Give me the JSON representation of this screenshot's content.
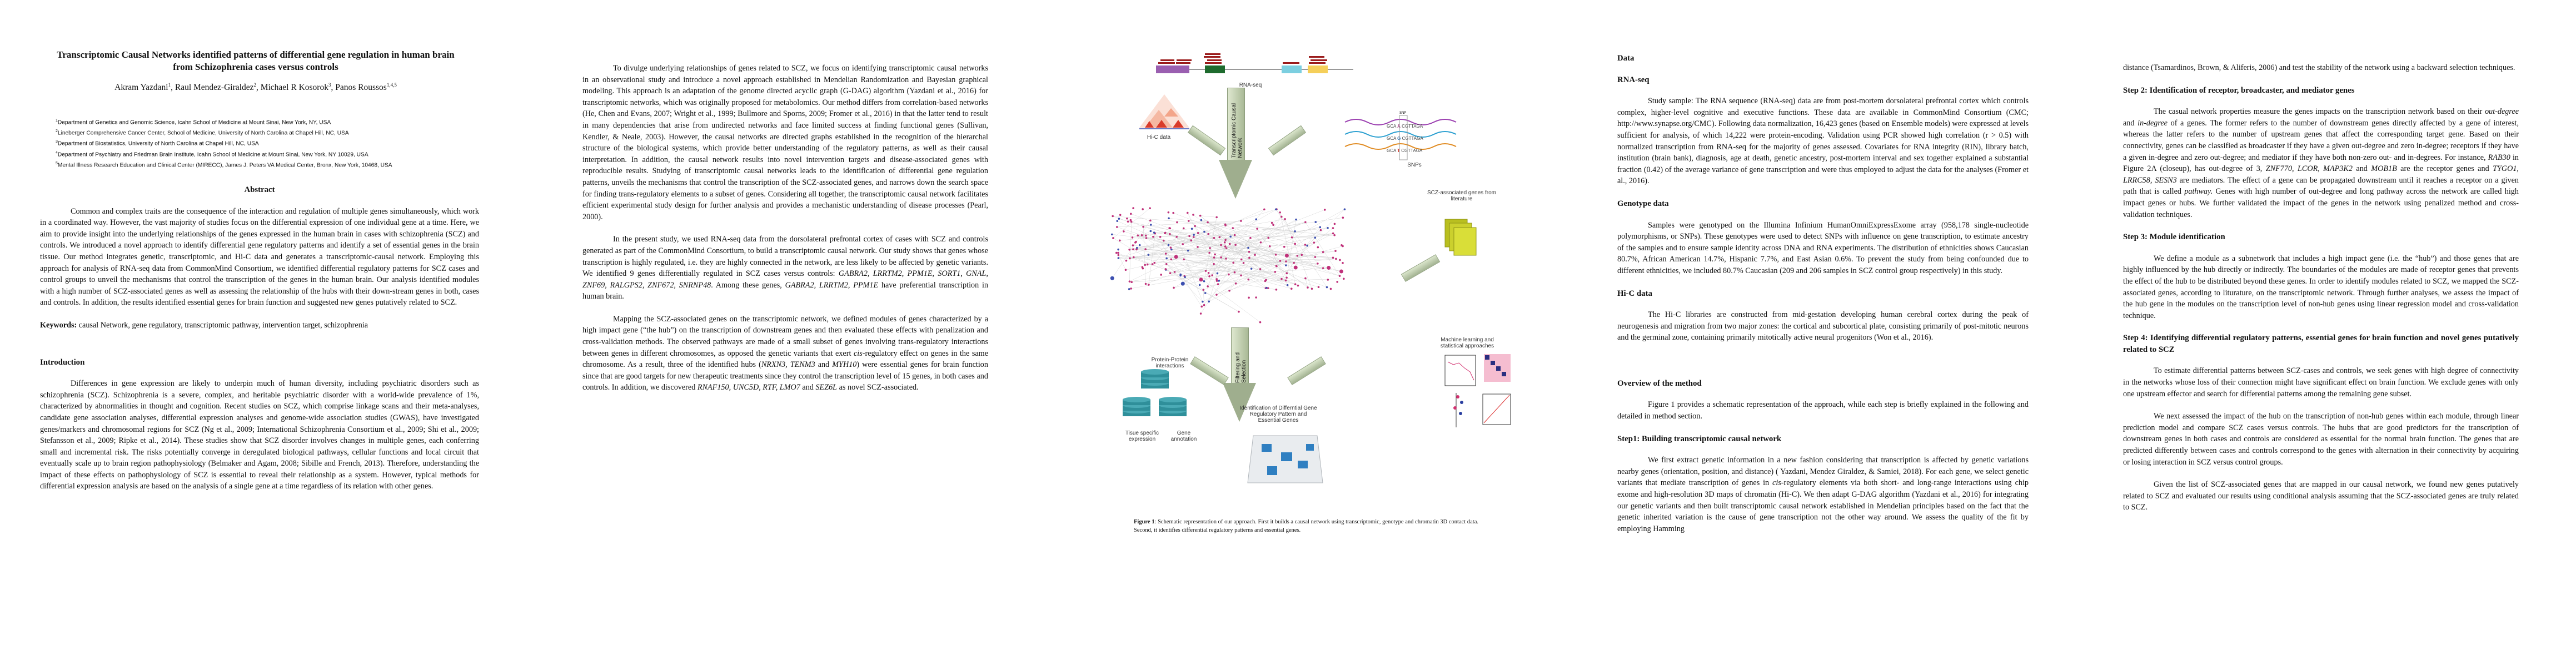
{
  "page1": {
    "title": "Transcriptomic Causal Networks identified patterns of differential gene regulation in human brain from Schizophrenia cases versus controls",
    "authors": [
      {
        "name": "Akram Yazdani",
        "sup": "1"
      },
      {
        "name": "Raul Mendez-Giraldez",
        "sup": "2"
      },
      {
        "name": "Michael R Kosorok",
        "sup": "3"
      },
      {
        "name": "Panos Roussos",
        "sup": "1,4,5"
      }
    ],
    "affiliations": [
      {
        "sup": "1",
        "text": "Department of Genetics and Genomic Science, Icahn School of Medicine at Mount Sinai, New York, NY, USA"
      },
      {
        "sup": "2",
        "text": "Lineberger Comprehensive Cancer Center, School of Medicine, University of North Carolina at Chapel Hill, NC, USA"
      },
      {
        "sup": "3",
        "text": "Department of Biostatistics, University of North Carolina at Chapel Hill, NC, USA"
      },
      {
        "sup": "4",
        "text": "Department of Psychiatry and Friedman Brain Institute, Icahn School of Medicine at Mount Sinai, New York, NY 10029, USA"
      },
      {
        "sup": "5",
        "text": "Mental Illness Research Education and Clinical Center (MIRECC), James J. Peters VA Medical Center, Bronx, New York, 10468, USA"
      }
    ],
    "abstract_heading": "Abstract",
    "abstract": "Common and complex traits are the consequence of the interaction and regulation of multiple genes simultaneously, which work in a coordinated way. However, the vast majority of studies focus on the differential expression of one individual gene at a time. Here, we aim to provide insight into the underlying relationships of the genes expressed in the human brain in cases with schizophrenia (SCZ) and controls. We introduced a novel approach to identify differential gene regulatory patterns and identify a set of essential genes in the brain tissue. Our method integrates genetic, transcriptomic, and Hi-C data and generates a transcriptomic-causal network. Employing this approach for analysis of RNA-seq data from CommonMind Consortium, we identified differential regulatory patterns for SCZ cases and control groups to unveil the mechanisms that control the transcription of the genes in the human brain. Our analysis identified modules with a high number of SCZ-associated genes as well as assessing the relationship of the hubs with their down-stream genes in both, cases and controls. In addition, the results identified essential genes for brain function and suggested new genes putatively related to SCZ.",
    "keywords_label": "Keywords:",
    "keywords": "causal Network, gene regulatory, transcriptomic pathway, intervention target, schizophrenia",
    "intro_heading": "Introduction",
    "intro": "Differences in gene expression are likely to underpin much of human diversity, including psychiatric disorders such as schizophrenia (SCZ). Schizophrenia is a severe, complex, and heritable psychiatric disorder with a world-wide prevalence of 1%, characterized by abnormalities in thought and cognition. Recent studies on SCZ, which comprise linkage scans and their meta-analyses, candidate gene association analyses, differential expression analyses and genome-wide association studies (GWAS), have investigated genes/markers and chromosomal regions for SCZ (Ng et al., 2009; International Schizophrenia Consortium et al., 2009; Shi et al., 2009; Stefansson et al., 2009; Ripke et al., 2014). These studies show that SCZ disorder involves changes in multiple genes, each conferring small and incremental risk. The risks potentially converge in deregulated biological pathways, cellular functions and local circuit that eventually scale up to brain region pathophysiology (Belmaker and Agam, 2008; Sibille and French, 2013). Therefore, understanding the impact of these effects on pathophysiology of SCZ is essential to reveal their relationship as a system. However, typical methods for differential expression analysis are based on the analysis of a single gene at a time regardless of its relation with other genes."
  },
  "page2": {
    "para1": "To divulge underlying relationships of genes related to SCZ, we focus on identifying transcriptomic causal networks in an observational study and introduce a novel approach established in Mendelian Randomization and Bayesian graphical modeling. This approach is an adaptation of the genome directed acyclic graph (G-DAG) algorithm (Yazdani et al., 2016) for transcriptomic networks, which was originally proposed for metabolomics. Our method differs from correlation-based networks (He, Chen and Evans, 2007; Wright et al., 1999; Bullmore and Sporns, 2009; Fromer et al., 2016) in that the latter tend to result in many dependencies that arise from undirected networks and face limited success at finding functional genes (Sullivan, Kendler, & Neale, 2003). However, the causal networks are directed graphs established in the recognition of the hierarchal structure of the biological systems, which provide better understanding of the regulatory patterns, as well as their causal interpretation. In addition, the causal network results into novel intervention targets and disease-associated genes with reproducible results. Studying of transcriptomic causal networks leads to the identification of differential gene regulation patterns, unveils the mechanisms that control the transcription of the SCZ-associated genes, and narrows down the search space for finding trans-regulatory elements to a subset of genes. Considering all together, the transcriptomic causal network facilitates efficient experimental study design for further analysis and provides a mechanistic understanding of disease processes (Pearl, 2000).",
    "para2_a": "In the present study, we used RNA-seq data from the dorsolateral prefrontal cortex of cases with SCZ and controls generated as part of the CommonMind Consortium, to build a transcriptomic causal network. Our study shows that genes whose transcription is highly regulated, i.e. they are highly connected in the network, are less likely to be affected by genetic variants. We identified 9 genes differentially regulated in SCZ cases versus controls: ",
    "para2_genes": "GABRA2, LRRTM2, PPM1E, SORT1, GNAL, ZNF69, RALGPS2, ZNF672, SNRNP48",
    "para2_b": ". Among these genes, ",
    "para2_genes2": "GABRA2, LRRTM2, PPM1E",
    "para2_c": " have preferential transcription in human brain.",
    "para3_a": "Mapping the SCZ-associated genes on the transcriptomic network, we defined modules of genes characterized by a high impact gene (“the hub”) on the transcription of downstream genes and then evaluated these effects with penalization and cross-validation methods. The observed pathways are made of a small subset of genes involving trans-regulatory interactions between genes in different chromosomes, as opposed the genetic variants that exert ",
    "para3_cis": "cis",
    "para3_b": "-regulatory effect on genes in the same chromosome. As a result, three of the identified hubs (",
    "para3_hubs": "NRXN3, TENM3",
    "para3_c": " and ",
    "para3_hub3": "MYH10",
    "para3_d": ") were essential genes for brain function since that are good targets for new therapeutic treatments since they control the transcription level of 15 genes, in both cases and controls. In addition, we discovered ",
    "para3_novel": "RNAF150, UNC5D, RTF, LMO7",
    "para3_e": " and ",
    "para3_novel2": "SEZ6L",
    "para3_f": " as novel SCZ-associated."
  },
  "figure": {
    "labels": {
      "rnaseq": "RNA-seq",
      "hic": "Hi-C data",
      "snps": "SNPs",
      "snp_tag": "SNP",
      "tcn_arrow": "Transcriptomic Causal Network",
      "scz_genes": "SCZ-associated genes from literature",
      "ppi": "Protein-Protein interactions",
      "tissue": "Tisue specific expression",
      "annotation": "Gene annotation",
      "filter_arrow": "Filtering and Selection",
      "ml": "Machine learning and statistical approaches",
      "result": "Identification of Differntial Gene Regulatory Pattern and Essential Genes"
    },
    "snp_rows": [
      {
        "left": "GCA",
        "allele": "A",
        "right": "CGTTAGA",
        "color": "#a0307a"
      },
      {
        "left": "GCA",
        "allele": "G",
        "right": "CGTTAGA",
        "color": "#2a6fb0"
      },
      {
        "left": "GCA",
        "allele": "T",
        "right": "CGTTAGA",
        "color": "#d03020"
      }
    ],
    "caption_label": "Figure 1",
    "caption": ": Schematic representation of our approach. First it builds a causal network using transcriptomic, genotype and chromatin 3D contact data. Second, it identifies differential regulatory patterns and essential genes.",
    "colors": {
      "exon1": "#9a5fb0",
      "exon2": "#1e6b2e",
      "exon3": "#7ccfe0",
      "exon4": "#f5cf5a",
      "read": "#9b1b1b",
      "db": "#2f8f9a",
      "books": "#c9cf2e",
      "node_pink": "#c0307a",
      "node_blue": "#3c4fb0"
    }
  },
  "page3": {
    "data_heading": "Data",
    "rnaseq_heading": "RNA-seq",
    "rnaseq": "Study sample: The RNA sequence (RNA-seq) data are from post-mortem dorsolateral prefrontal cortex which controls complex, higher-level cognitive and executive functions. These data are available in CommonMind Consortium (CMC; http://www.synapse.org/CMC). Following data normalization, 16,423 genes (based on Ensemble models) were expressed at levels sufficient for analysis, of which 14,222 were protein-encoding. Validation using PCR showed high correlation (r > 0.5) with normalized transcription from RNA-seq for the majority of genes assessed. Covariates for RNA integrity (RIN), library batch, institution (brain bank), diagnosis, age at death, genetic ancestry, post-mortem interval and sex together explained a substantial fraction (0.42) of the average variance of gene transcription and were thus employed to adjust the data for the analyses (Fromer et al., 2016).",
    "genotype_heading": "Genotype data",
    "genotype": "Samples were genotyped on the Illumina Infinium HumanOmniExpressExome array (958,178 single-nucleotide polymorphisms, or SNPs). These genotypes were used to detect SNPs with influence on gene transcription, to estimate ancestry of the samples and to ensure sample identity across DNA and RNA experiments. The distribution of ethnicities shows Caucasian 80.7%, African American 14.7%, Hispanic 7.7%, and East Asian 0.6%. To prevent the study from being confounded due to different ethnicities, we included 80.7% Caucasian (209 and 206 samples in SCZ control group respectively) in this study.",
    "hic_heading": "Hi-C data",
    "hic": "The Hi-C libraries are constructed from mid-gestation developing human cerebral cortex during the peak of neurogenesis and migration from two major zones: the cortical and subcortical plate, consisting primarily of post-mitotic neurons and the germinal zone, containing primarily mitotically active neural progenitors (Won et al., 2016).",
    "overview_heading": "Overview of the method",
    "overview": "Figure 1 provides a schematic representation of the approach, while each step is briefly explained in the following and detailed in method section.",
    "step1_heading": "Step1: Building transcriptomic causal network",
    "step1_a": "We first extract genetic information in a new fashion considering that transcription is affected by genetic variations nearby genes (orientation, position, and distance) ( Yazdani, Mendez Giraldez, & Samiei, 2018). For each gene, we select genetic variants that mediate transcription of genes in ",
    "step1_cis": "cis",
    "step1_b": "-regulatory elements via both short- and long-range interactions using chip exome and high-resolution 3D maps of chromatin (Hi-C). We then adapt G-DAG algorithm (Yazdani et al., 2016) for integrating our genetic variants and then built transcriptomic causal network established in Mendelian principles based on the fact that the genetic inherited variation is the cause of gene transcription not the other way around. We assess the quality of the fit by employing Hamming"
  },
  "page4": {
    "step1_cont": "distance (Tsamardinos, Brown, & Aliferis, 2006) and test the stability of the network  using a backward selection techniques.",
    "step2_heading": "Step 2: Identification of receptor, broadcaster, and mediator genes",
    "step2_a": "The casual network properties measure the genes impacts on the transcription network based on their ",
    "step2_out": "out-degree",
    "step2_and": " and ",
    "step2_in": "in-degree",
    "step2_b": " of a genes. The former refers to the number of downstream genes directly affected by a gene of interest, whereas the latter refers to the number of upstream genes that affect the corresponding target gene. Based on their connectivity, genes can be classified as broadcaster if they have a given out-degree and zero in-degree; receptors if they have a given in-degree and zero out-degree; and mediator if they have both non-zero out- and in-degrees. For instance, ",
    "step2_rab": "RAB30",
    "step2_c": " in Figure 2A (closeup), has out-degree of 3, ",
    "step2_receptors": "ZNF770, LCOR, MAP3K2",
    "step2_d": " and ",
    "step2_mob": "MOB1B",
    "step2_e": " are the receptor genes and ",
    "step2_mediators": "TYGO1, LRRC58, SESN3",
    "step2_f": " are mediators. The effect of a gene can be propagated downstream until it reaches a receptor on a given path that is called ",
    "step2_pathway": "pathway.",
    "step2_g": " Genes with high number of out-degree and long pathway across the network are called high impact genes or hubs. We further validated the impact of the genes in the network using penalized method and cross-validation techniques.",
    "step3_heading": "Step 3: Module identification",
    "step3": "We define a module as a subnetwork that includes a high impact gene (i.e. the “hub”) and those genes that are highly influenced by the hub directly or indirectly. The boundaries of the modules are made of receptor genes that prevents the effect of the hub to be distributed beyond these genes. In order to identify modules related to SCZ, we mapped the SCZ-associated genes, according to liturature, on the transcriptomic network. Through further analyses, we assess the impact of the hub gene in the modules on  the transcription level of non-hub genes using linear regression model and cross-validation technique.",
    "step4_heading": "Step 4: Identifying differential regulatory patterns, essential genes for brain function and novel genes putatively related to SCZ",
    "step4_p1": "To estimate differential patterns between SCZ-cases and controls, we seek genes with high degree of connectivity in the networks whose loss of their connection might have significant effect on brain function. We exclude genes with only one upstream effector and search for differential patterns among the remaining gene subset.",
    "step4_p2": "We next assessed the impact of the hub on the transcription of non-hub genes within each module, through linear prediction model and compare SCZ cases versus controls. The hubs that are good predictors for the transcription of downstream genes in both cases and controls are considered as essential for the normal brain function. The genes that are predicted differently between cases and controls correspond to the genes with alternation in their connectivity by acquiring or losing interaction in SCZ versus control groups.",
    "step4_p3": "Given the list of SCZ-associated genes that are mapped in our causal network, we found new genes putatively related to SCZ and evaluated our results using conditional analysis assuming that the SCZ-associated genes are truly related to SCZ."
  }
}
